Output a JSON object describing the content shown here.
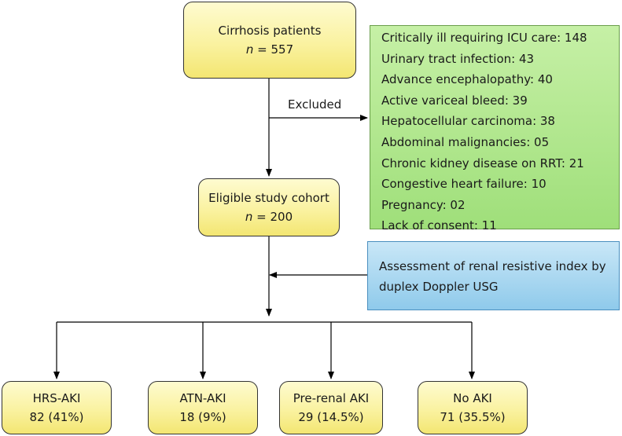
{
  "start": {
    "label": "Cirrhosis patients",
    "n_symbol": "n",
    "n_value": " = 557"
  },
  "excluded_label": "Excluded",
  "exclusions": [
    "Critically ill requiring ICU care: 148",
    "Urinary tract infection: 43",
    "Advance encephalopathy: 40",
    "Active variceal bleed: 39",
    "Hepatocellular carcinoma: 38",
    "Abdominal malignancies: 05",
    "Chronic kidney disease on RRT: 21",
    "Congestive heart failure: 10",
    "Pregnancy: 02",
    "Lack of consent: 11"
  ],
  "cohort": {
    "label": "Eligible study cohort",
    "n_symbol": "n",
    "n_value": " = 200"
  },
  "assessment": "Assessment of renal resistive index by duplex Doppler USG",
  "outcomes": [
    {
      "label": "HRS-AKI",
      "value": "82 (41%)"
    },
    {
      "label": "ATN-AKI",
      "value": "18 (9%)"
    },
    {
      "label": "Pre-renal AKI",
      "value": "29 (14.5%)"
    },
    {
      "label": "No AKI",
      "value": "71 (35.5%)"
    }
  ],
  "colors": {
    "node_fill": "#faf2a0",
    "exclusion_fill": "#a8e386",
    "assessment_fill": "#9fd2ef",
    "line": "#000000"
  }
}
